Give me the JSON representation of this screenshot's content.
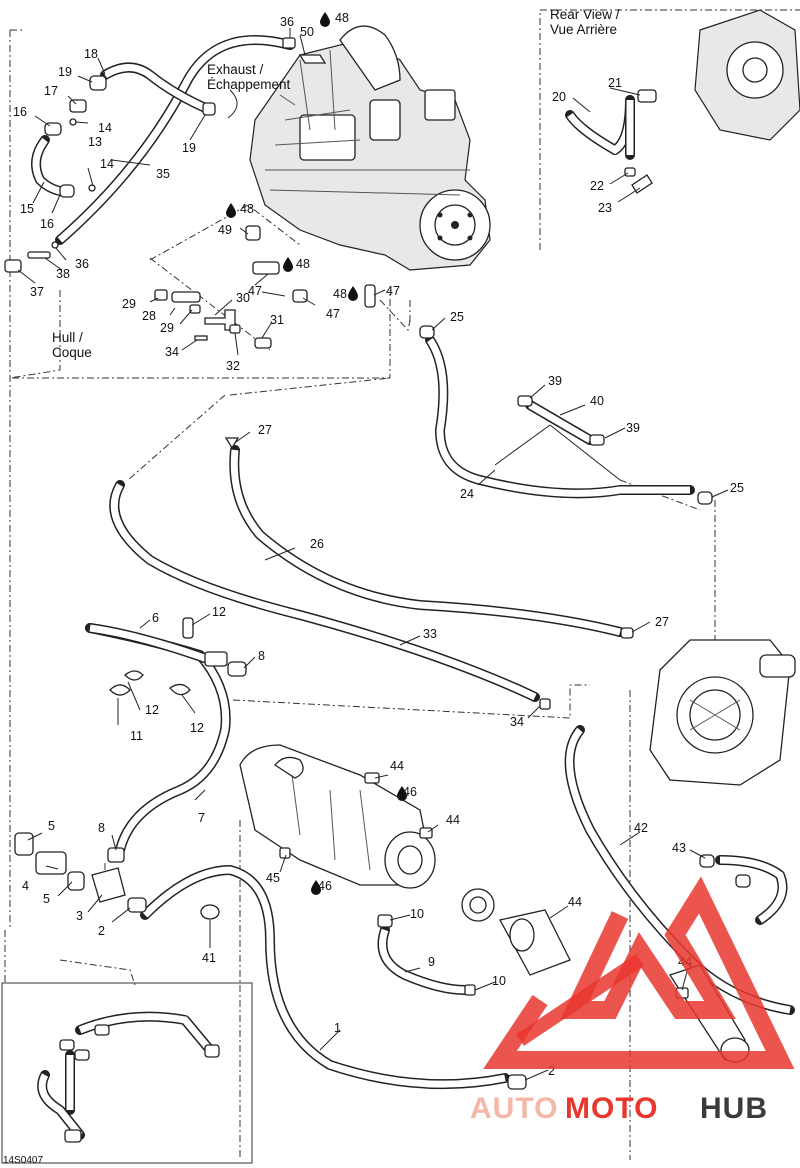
{
  "diagram_code": "14S0407",
  "labels": {
    "exhaust": [
      "Exhaust /",
      "Échappement"
    ],
    "rear_view": [
      "Rear View /",
      "Vue Arrière"
    ],
    "hull": [
      "Hull /",
      "Coque"
    ]
  },
  "callouts": [
    {
      "id": "c1",
      "text": "1"
    },
    {
      "id": "c2a",
      "text": "2"
    },
    {
      "id": "c2b",
      "text": "2"
    },
    {
      "id": "c3",
      "text": "3"
    },
    {
      "id": "c4",
      "text": "4"
    },
    {
      "id": "c5a",
      "text": "5"
    },
    {
      "id": "c5b",
      "text": "5"
    },
    {
      "id": "c6",
      "text": "6"
    },
    {
      "id": "c7",
      "text": "7"
    },
    {
      "id": "c8a",
      "text": "8"
    },
    {
      "id": "c8b",
      "text": "8"
    },
    {
      "id": "c9",
      "text": "9"
    },
    {
      "id": "c10a",
      "text": "10"
    },
    {
      "id": "c10b",
      "text": "10"
    },
    {
      "id": "c11",
      "text": "11"
    },
    {
      "id": "c12a",
      "text": "12"
    },
    {
      "id": "c12b",
      "text": "12"
    },
    {
      "id": "c12c",
      "text": "12"
    },
    {
      "id": "c13",
      "text": "13"
    },
    {
      "id": "c14a",
      "text": "14"
    },
    {
      "id": "c14b",
      "text": "14"
    },
    {
      "id": "c15",
      "text": "15"
    },
    {
      "id": "c16a",
      "text": "16"
    },
    {
      "id": "c16b",
      "text": "16"
    },
    {
      "id": "c17",
      "text": "17"
    },
    {
      "id": "c18",
      "text": "18"
    },
    {
      "id": "c19a",
      "text": "19"
    },
    {
      "id": "c19b",
      "text": "19"
    },
    {
      "id": "c20",
      "text": "20"
    },
    {
      "id": "c21",
      "text": "21"
    },
    {
      "id": "c22",
      "text": "22"
    },
    {
      "id": "c23",
      "text": "23"
    },
    {
      "id": "c24",
      "text": "24"
    },
    {
      "id": "c25a",
      "text": "25"
    },
    {
      "id": "c25b",
      "text": "25"
    },
    {
      "id": "c26",
      "text": "26"
    },
    {
      "id": "c27a",
      "text": "27"
    },
    {
      "id": "c27b",
      "text": "27"
    },
    {
      "id": "c28",
      "text": "28"
    },
    {
      "id": "c29a",
      "text": "29"
    },
    {
      "id": "c29b",
      "text": "29"
    },
    {
      "id": "c30",
      "text": "30"
    },
    {
      "id": "c31",
      "text": "31"
    },
    {
      "id": "c32",
      "text": "32"
    },
    {
      "id": "c33",
      "text": "33"
    },
    {
      "id": "c34a",
      "text": "34"
    },
    {
      "id": "c34b",
      "text": "34"
    },
    {
      "id": "c35",
      "text": "35"
    },
    {
      "id": "c36a",
      "text": "36"
    },
    {
      "id": "c36b",
      "text": "36"
    },
    {
      "id": "c37",
      "text": "37"
    },
    {
      "id": "c38",
      "text": "38"
    },
    {
      "id": "c39a",
      "text": "39"
    },
    {
      "id": "c39b",
      "text": "39"
    },
    {
      "id": "c40",
      "text": "40"
    },
    {
      "id": "c41",
      "text": "41"
    },
    {
      "id": "c42",
      "text": "42"
    },
    {
      "id": "c43",
      "text": "43"
    },
    {
      "id": "c44a",
      "text": "44"
    },
    {
      "id": "c44b",
      "text": "44"
    },
    {
      "id": "c44c",
      "text": "44"
    },
    {
      "id": "c44d",
      "text": "44"
    },
    {
      "id": "c45",
      "text": "45"
    },
    {
      "id": "c46a",
      "text": "46"
    },
    {
      "id": "c46b",
      "text": "46"
    },
    {
      "id": "c47a",
      "text": "47"
    },
    {
      "id": "c47b",
      "text": "47"
    },
    {
      "id": "c47c",
      "text": "47"
    },
    {
      "id": "c48a",
      "text": "48"
    },
    {
      "id": "c48b",
      "text": "48"
    },
    {
      "id": "c48c",
      "text": "48"
    },
    {
      "id": "c48d",
      "text": "48"
    },
    {
      "id": "c49",
      "text": "49"
    },
    {
      "id": "c50",
      "text": "50"
    }
  ],
  "watermark": {
    "text_parts": [
      "AUTO",
      "MOTO",
      "HUB"
    ],
    "colors": [
      "#f5b7a8",
      "#e9372f",
      "#3b3b3b"
    ]
  }
}
